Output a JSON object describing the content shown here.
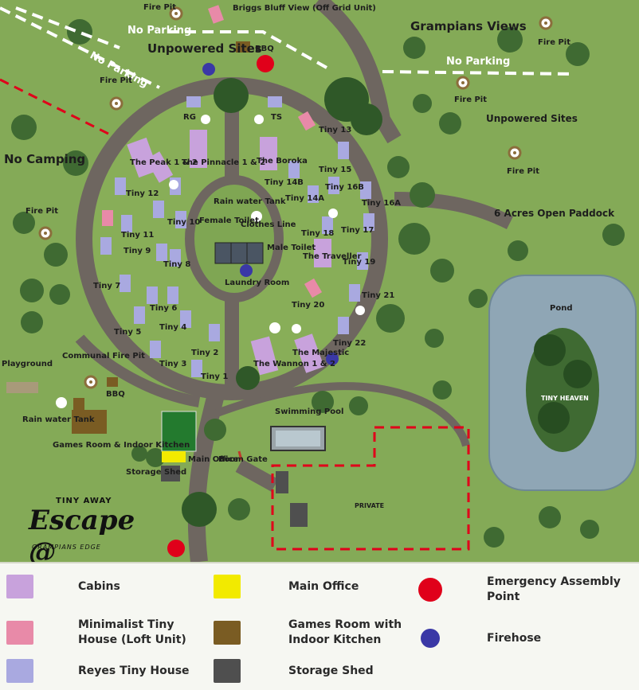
{
  "map": {
    "areas": {
      "grampians_views": "Grampians Views",
      "no_parking_top": "No Parking",
      "no_parking_diag": "No Parking",
      "no_parking_right": "No Parking",
      "unpowered_sites_left": "Unpowered Sites",
      "unpowered_sites_right": "Unpowered Sites",
      "no_camping": "No Camping",
      "open_paddock": "6 Acres Open Paddock",
      "pond": "Pond",
      "tiny_heaven": "TINY HEAVEN",
      "private": "PRIVATE",
      "playground": "Playground",
      "communal_fire_pit": "Communal Fire Pit",
      "bbq_top": "BBQ",
      "bbq_bottom": "BBQ",
      "rain_water_tank_left": "Rain water Tank",
      "rain_water_tank_center": "Rain water Tank",
      "games_room": "Games Room & Indoor Kitchen",
      "swimming_pool": "Swimming Pool",
      "main_office": "Main Office",
      "boom_gate": "Boom Gate",
      "storage_shed": "Storage Shed",
      "female_toilet": "Female Toilet",
      "male_toilet": "Male Toilet",
      "clothes_line": "Clothes Line",
      "laundry_room": "Laundry Room",
      "briggs_bluff": "Briggs Bluff View (Off Grid Unit)"
    },
    "fire_pit": "Fire Pit",
    "units": {
      "rg": "RG",
      "ts": "TS",
      "the_peak": "The Peak 1 & 2",
      "the_pinnacle": "The Pinnacle 1 & 2",
      "the_boroka": "The Boroka",
      "the_traveller": "The Traveller",
      "the_wannon": "The Wannon 1 & 2",
      "the_majestic": "The Majestic",
      "tiny_1": "Tiny 1",
      "tiny_2": "Tiny 2",
      "tiny_3": "Tiny 3",
      "tiny_4": "Tiny 4",
      "tiny_5": "Tiny 5",
      "tiny_6": "Tiny 6",
      "tiny_7": "Tiny 7",
      "tiny_8": "Tiny 8",
      "tiny_9": "Tiny 9",
      "tiny_10": "Tiny 10",
      "tiny_11": "Tiny 11",
      "tiny_12": "Tiny 12",
      "tiny_13": "Tiny 13",
      "tiny_14a": "Tiny 14A",
      "tiny_14b": "Tiny 14B",
      "tiny_15": "Tiny 15",
      "tiny_16a": "Tiny 16A",
      "tiny_16b": "Tiny 16B",
      "tiny_17": "Tiny 17",
      "tiny_18": "Tiny 18",
      "tiny_19": "Tiny 19",
      "tiny_20": "Tiny 20",
      "tiny_21": "Tiny 21",
      "tiny_22": "Tiny 22"
    }
  },
  "brand": {
    "top": "TINY AWAY",
    "main": "Escape @",
    "bottom": "GRAMPIANS EDGE"
  },
  "legend": {
    "cabins": "Cabins",
    "minimalist": "Minimalist Tiny House (Loft Unit)",
    "reyes": "Reyes Tiny House",
    "main_office": "Main Office",
    "games_room": "Games Room with Indoor Kitchen",
    "storage_shed": "Storage Shed",
    "assembly": "Emergency Assembly Point",
    "firehose": "Firehose"
  },
  "colors": {
    "cabins": "#c8a2dc",
    "minimalist": "#e88aa8",
    "reyes": "#a9a9e0",
    "main_office": "#f2ea00",
    "games_room": "#7a5c23",
    "storage_shed": "#4f4f4f",
    "assembly": "#e0001a",
    "firehose": "#3a38a6",
    "grass": "#7fa653",
    "path": "#6e6660",
    "water": "#8fa6b5"
  }
}
